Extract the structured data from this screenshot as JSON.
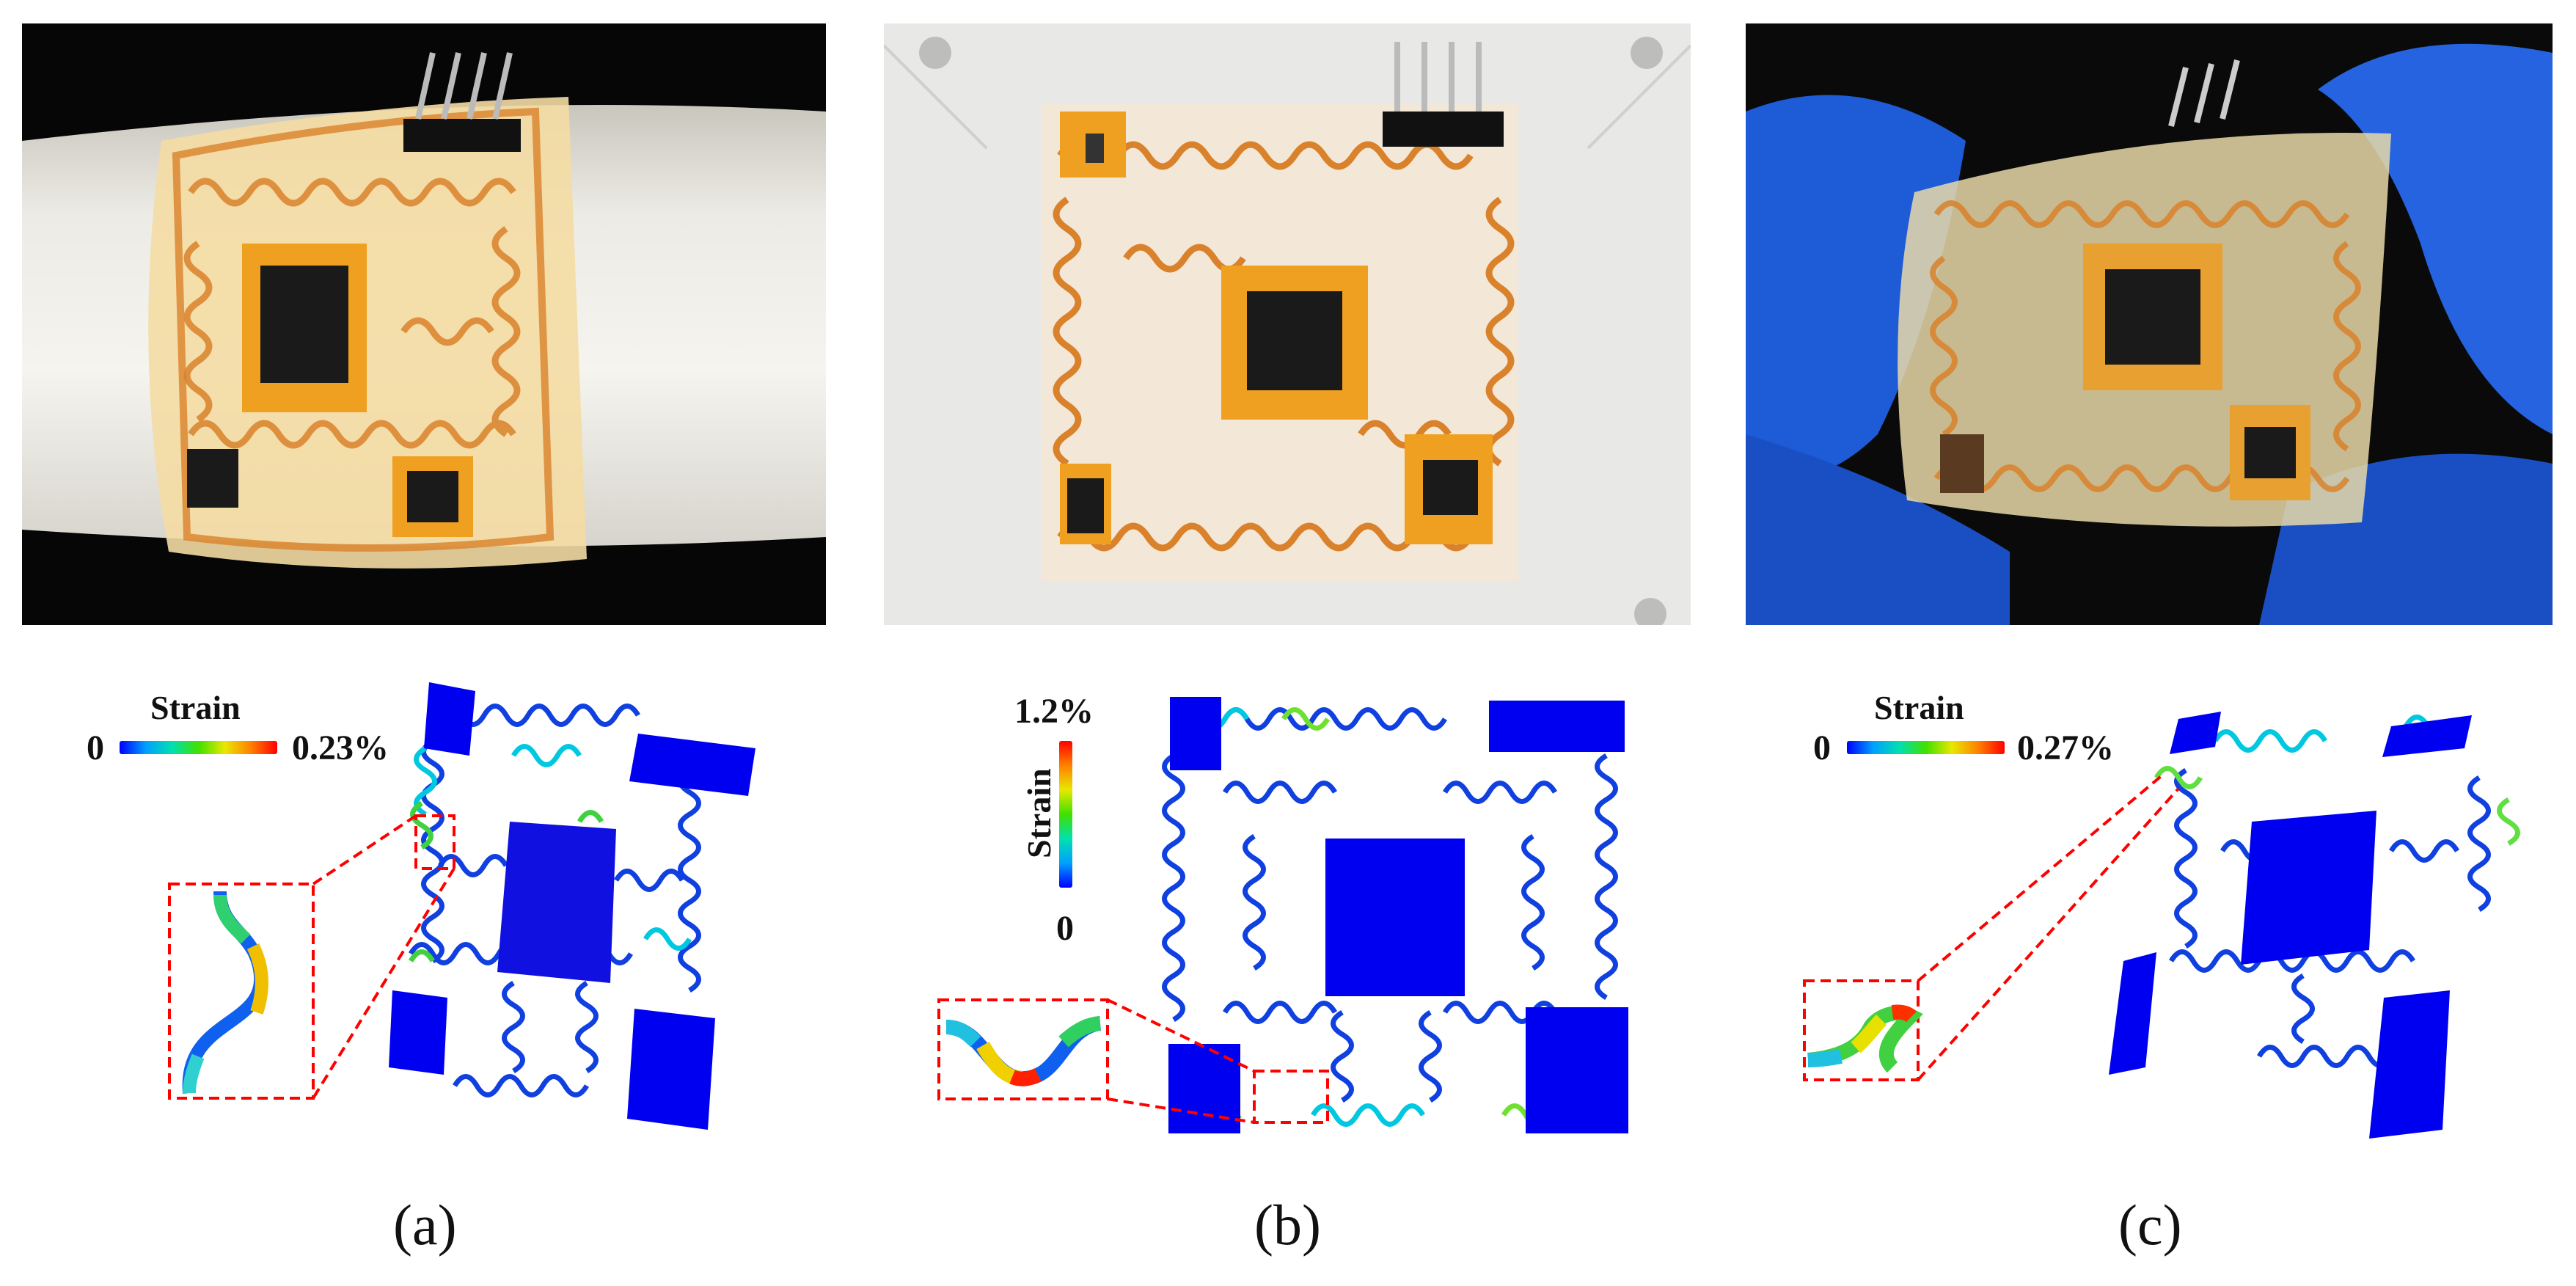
{
  "panels": [
    {
      "label": "(a)",
      "strain_title": "Strain",
      "strain_min": "0",
      "strain_max": "0.23%"
    },
    {
      "label": "(b)",
      "strain_title": "Strain",
      "strain_min": "0",
      "strain_max": "1.2%"
    },
    {
      "label": "(c)",
      "strain_title": "Strain",
      "strain_min": "0",
      "strain_max": "0.27%"
    }
  ],
  "colors": {
    "substrate": "#f0c070",
    "trace": "#d9822b",
    "chip": "#1a1a1a",
    "sim_pad": "#0000f0",
    "callout": "#ff0000",
    "glove": "#1e5bd6"
  }
}
